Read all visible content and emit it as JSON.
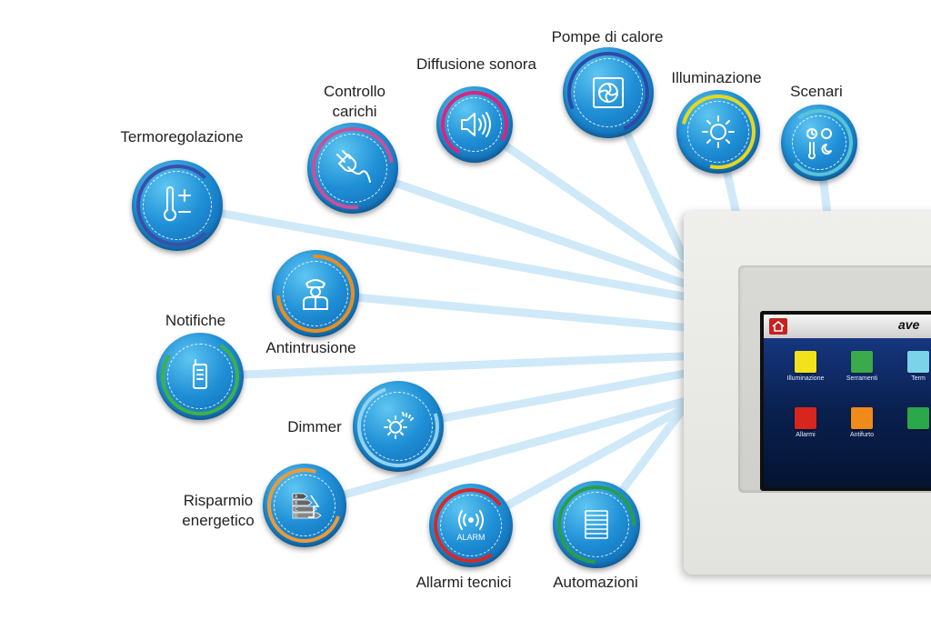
{
  "features": [
    {
      "id": "termoregolazione",
      "label": "Termoregolazione",
      "icon": "thermometer-plus-minus-icon",
      "ring_color": "#3a4fa8"
    },
    {
      "id": "controllo-carichi",
      "label": "Controllo\ncarichi",
      "icon": "plug-icon",
      "ring_color": "#c7509a"
    },
    {
      "id": "diffusione-sonora",
      "label": "Diffusione sonora",
      "icon": "speaker-icon",
      "ring_color": "#d6267f"
    },
    {
      "id": "pompe-di-calore",
      "label": "Pompe di calore",
      "icon": "heat-pump-icon",
      "ring_color": "#2d4aa6"
    },
    {
      "id": "illuminazione",
      "label": "Illuminazione",
      "icon": "sun-icon",
      "ring_color": "#e5d81e"
    },
    {
      "id": "scenari",
      "label": "Scenari",
      "icon": "scenario-icon",
      "ring_color": "#59c3d6"
    },
    {
      "id": "antintrusione",
      "label": "Antintrusione",
      "icon": "guard-icon",
      "ring_color": "#e88f1f"
    },
    {
      "id": "notifiche",
      "label": "Notifiche",
      "icon": "phone-icon",
      "ring_color": "#3fb04a"
    },
    {
      "id": "dimmer",
      "label": "Dimmer",
      "icon": "dimmer-sun-icon",
      "ring_color": "#8fd3f3"
    },
    {
      "id": "risparmio-energetico",
      "label": "Risparmio\nenergetico",
      "icon": "energy-class-icon",
      "ring_color": "#e89b3d",
      "energy_classes": [
        "A",
        "B",
        "C",
        "D"
      ]
    },
    {
      "id": "allarmi-tecnici",
      "label": "Allarmi tecnici",
      "icon": "alarm-icon",
      "ring_color": "#d42a2a",
      "icon_text": "ALARM"
    },
    {
      "id": "automazioni",
      "label": "Automazioni",
      "icon": "shutter-icon",
      "ring_color": "#2a9d4a"
    }
  ],
  "device": {
    "brand": "ave",
    "home_icon": "home-icon",
    "apps": [
      {
        "label": "Illuminazione",
        "icon": "bulb-icon",
        "color": "#f2e21c"
      },
      {
        "label": "Serramenti",
        "icon": "shutter-icon",
        "color": "#3aaa4a"
      },
      {
        "label": "Term",
        "icon": "thermo-icon",
        "color": "#7ad3e8"
      },
      {
        "label": "Allarmi",
        "icon": "alarm-icon",
        "color": "#d8261f"
      },
      {
        "label": "Antifurto",
        "icon": "guard-icon",
        "color": "#f08a1a"
      },
      {
        "label": "",
        "icon": "other-icon",
        "color": "#2aa84a"
      }
    ]
  }
}
